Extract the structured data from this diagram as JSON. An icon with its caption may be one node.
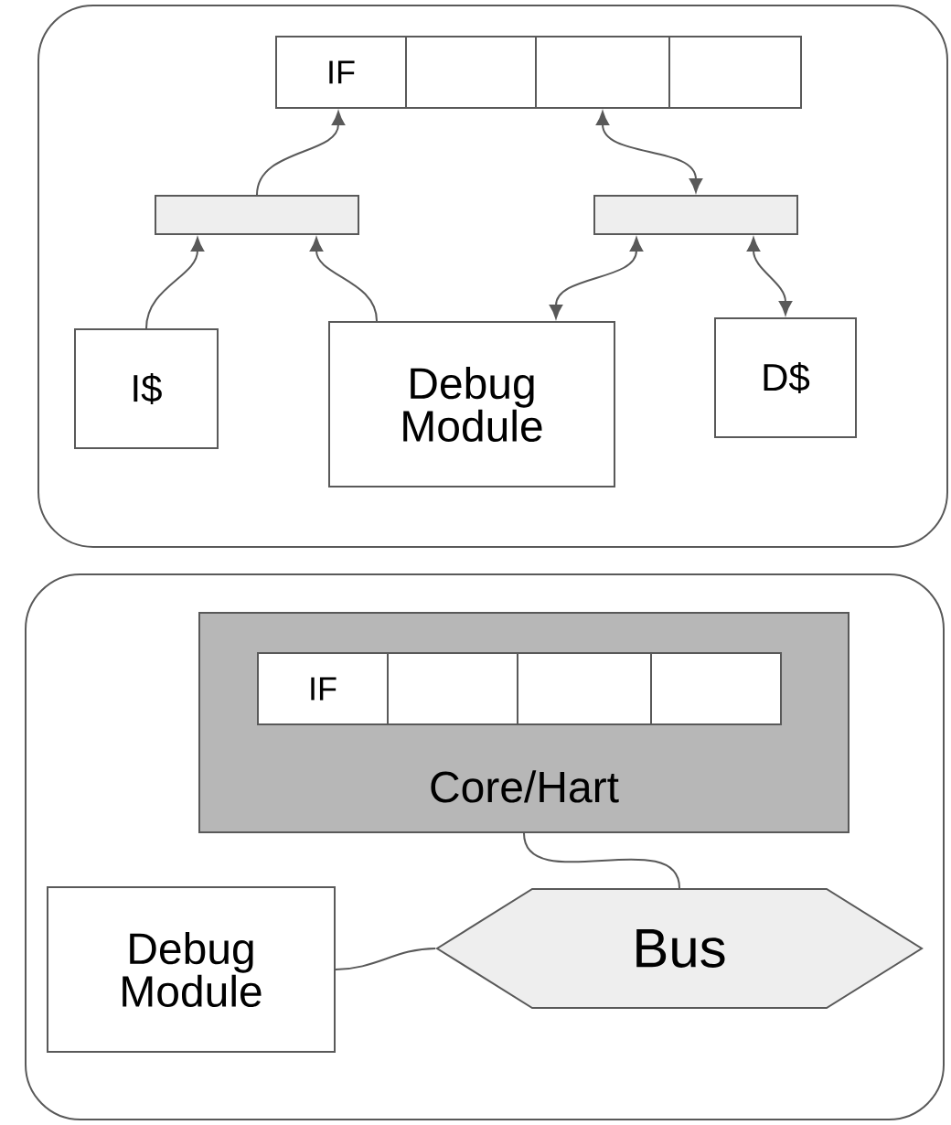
{
  "diagram": {
    "nodes": [
      {
        "text": [],
        "shape": "box"
      },
      {
        "text": [
          "IF"
        ],
        "in": 0
      },
      {
        "text": [],
        "shape": "box",
        "in": 0
      },
      {
        "text": [],
        "shape": "box",
        "in": 0
      },
      {
        "text": [],
        "shape": "box",
        "in": 0
      },
      {
        "text": [],
        "shape": "trapezoid",
        "in": 0
      },
      {
        "text": [],
        "shape": "trapezoid",
        "in": 0
      },
      {
        "text": [
          "I$"
        ],
        "in": 0
      },
      {
        "text": [
          "Debug Module"
        ],
        "in": 0
      },
      {
        "text": [
          "D$"
        ],
        "in": 0
      },
      {
        "text": [],
        "shape": "box"
      },
      {
        "text": [
          "Core/Hart"
        ],
        "in": 10
      },
      {
        "text": [
          "IF"
        ],
        "in": 11
      },
      {
        "text": [],
        "shape": "box",
        "in": 11
      },
      {
        "text": [],
        "shape": "box",
        "in": 11
      },
      {
        "text": [],
        "shape": "box",
        "in": 11
      },
      {
        "text": [
          "Debug Module"
        ],
        "in": 10
      },
      {
        "text": [
          "Bus"
        ],
        "in": 10
      }
    ],
    "edges": [
      {
        "from": 7,
        "to": 5,
        "arrow": "to"
      },
      {
        "from": 8,
        "to": 5,
        "arrow": "to"
      },
      {
        "from": 5,
        "to": 1,
        "arrow": "to"
      },
      {
        "from": 3,
        "to": 6,
        "arrow": "both"
      },
      {
        "from": 8,
        "to": 6,
        "arrow": "both"
      },
      {
        "from": 9,
        "to": 6,
        "arrow": "both"
      },
      {
        "from": 11,
        "to": 17,
        "arrow": "none"
      },
      {
        "from": 16,
        "to": 17,
        "arrow": "none"
      }
    ]
  }
}
